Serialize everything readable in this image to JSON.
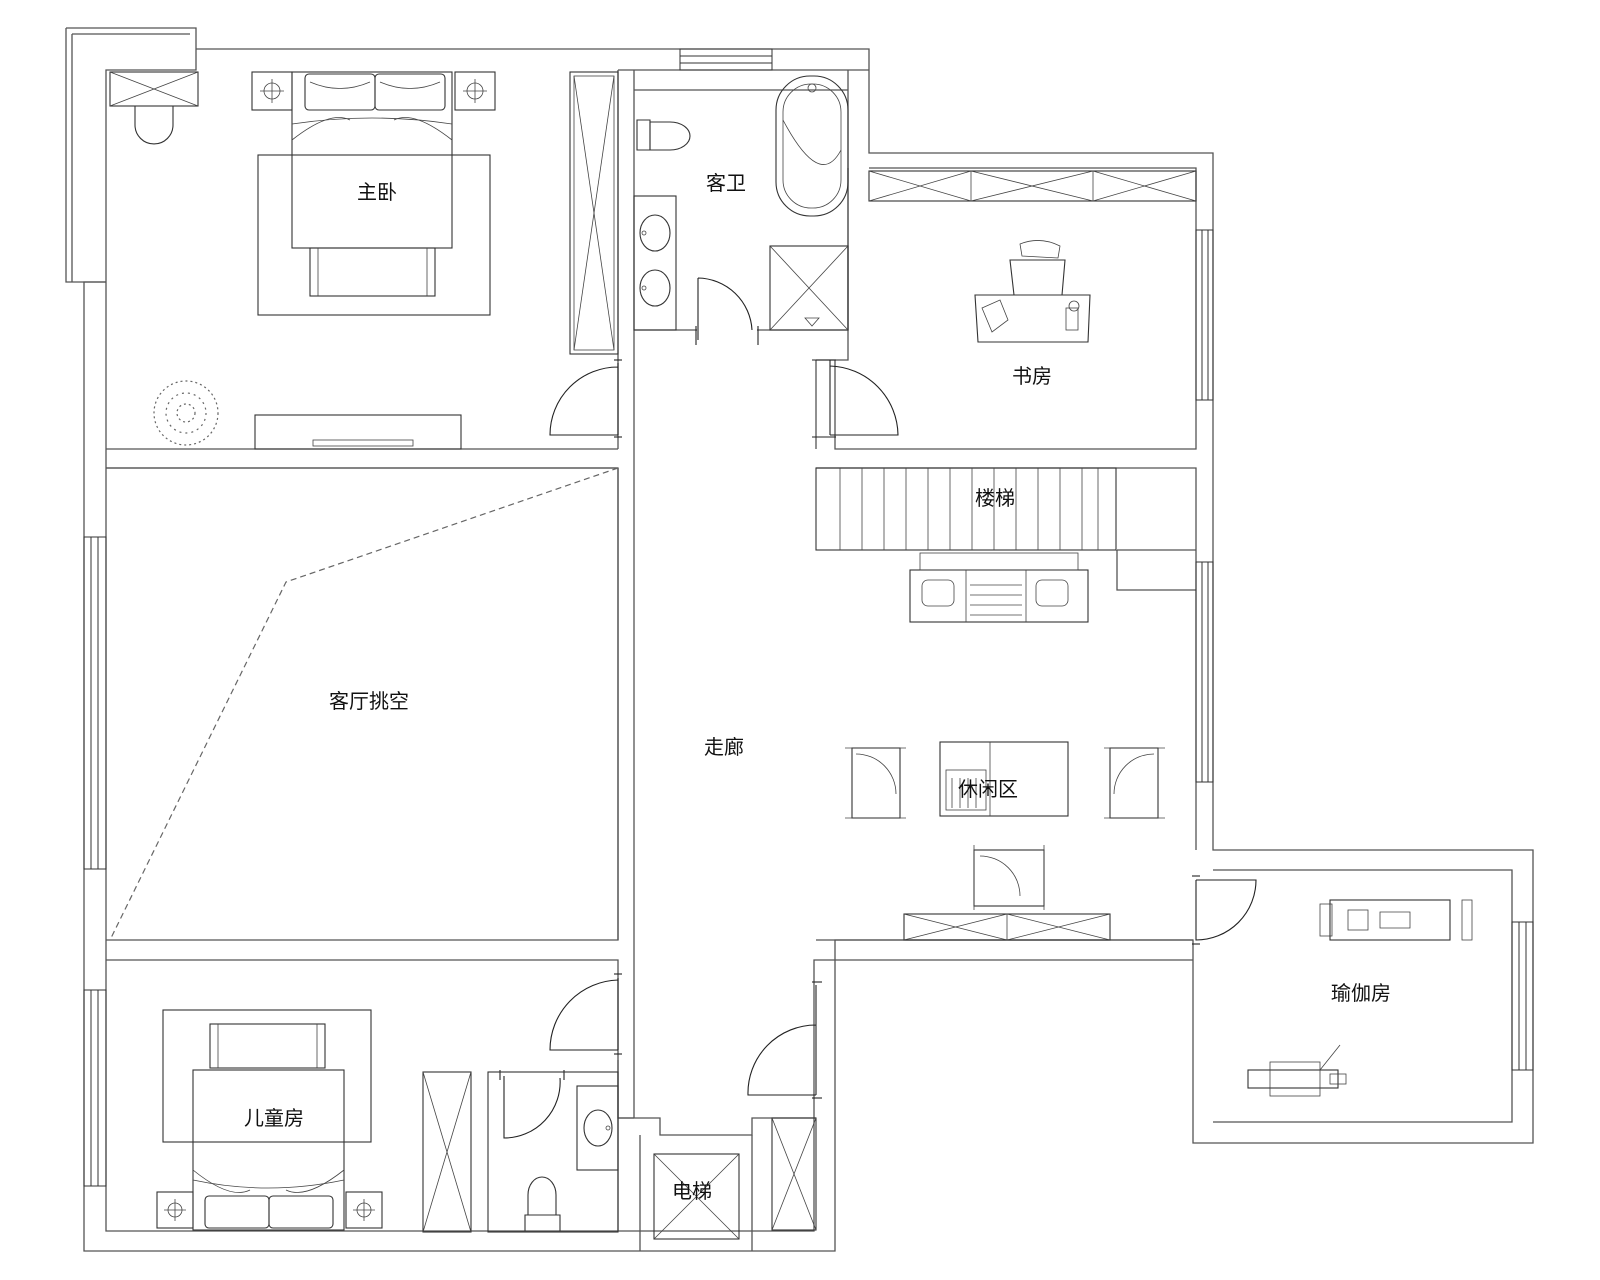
{
  "rooms": {
    "master_bedroom": "主卧",
    "guest_bathroom": "客卫",
    "study": "书房",
    "stairs": "楼梯",
    "living_void": "客厅挑空",
    "corridor": "走廊",
    "lounge": "休闲区",
    "yoga_room": "瑜伽房",
    "kids_room": "儿童房",
    "elevator": "电梯"
  }
}
